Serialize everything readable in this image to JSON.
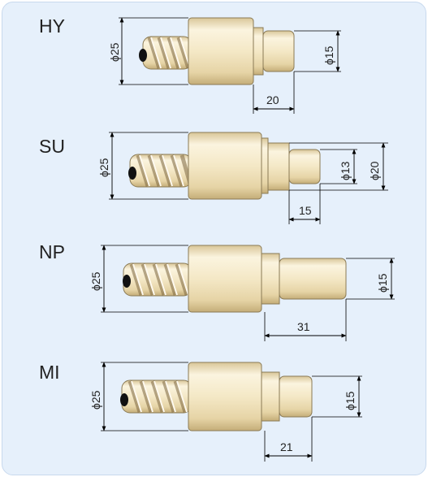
{
  "diagram": {
    "parts": [
      {
        "label": "HY",
        "body_diameter": "ϕ25",
        "tip_diameters": [
          "ϕ15"
        ],
        "length": "20"
      },
      {
        "label": "SU",
        "body_diameter": "ϕ25",
        "tip_diameters": [
          "ϕ13",
          "ϕ20"
        ],
        "length": "15"
      },
      {
        "label": "NP",
        "body_diameter": "ϕ25",
        "tip_diameters": [
          "ϕ15"
        ],
        "length": "31"
      },
      {
        "label": "MI",
        "body_diameter": "ϕ25",
        "tip_diameters": [
          "ϕ15"
        ],
        "length": "21"
      }
    ],
    "colors": {
      "background": "#e6f0fb",
      "metal_light": "#fbf3dd",
      "metal_mid": "#efe2bd",
      "metal_dark": "#cdb98a",
      "outline": "#8a7a55",
      "thread_dark": "#7b6640"
    }
  }
}
